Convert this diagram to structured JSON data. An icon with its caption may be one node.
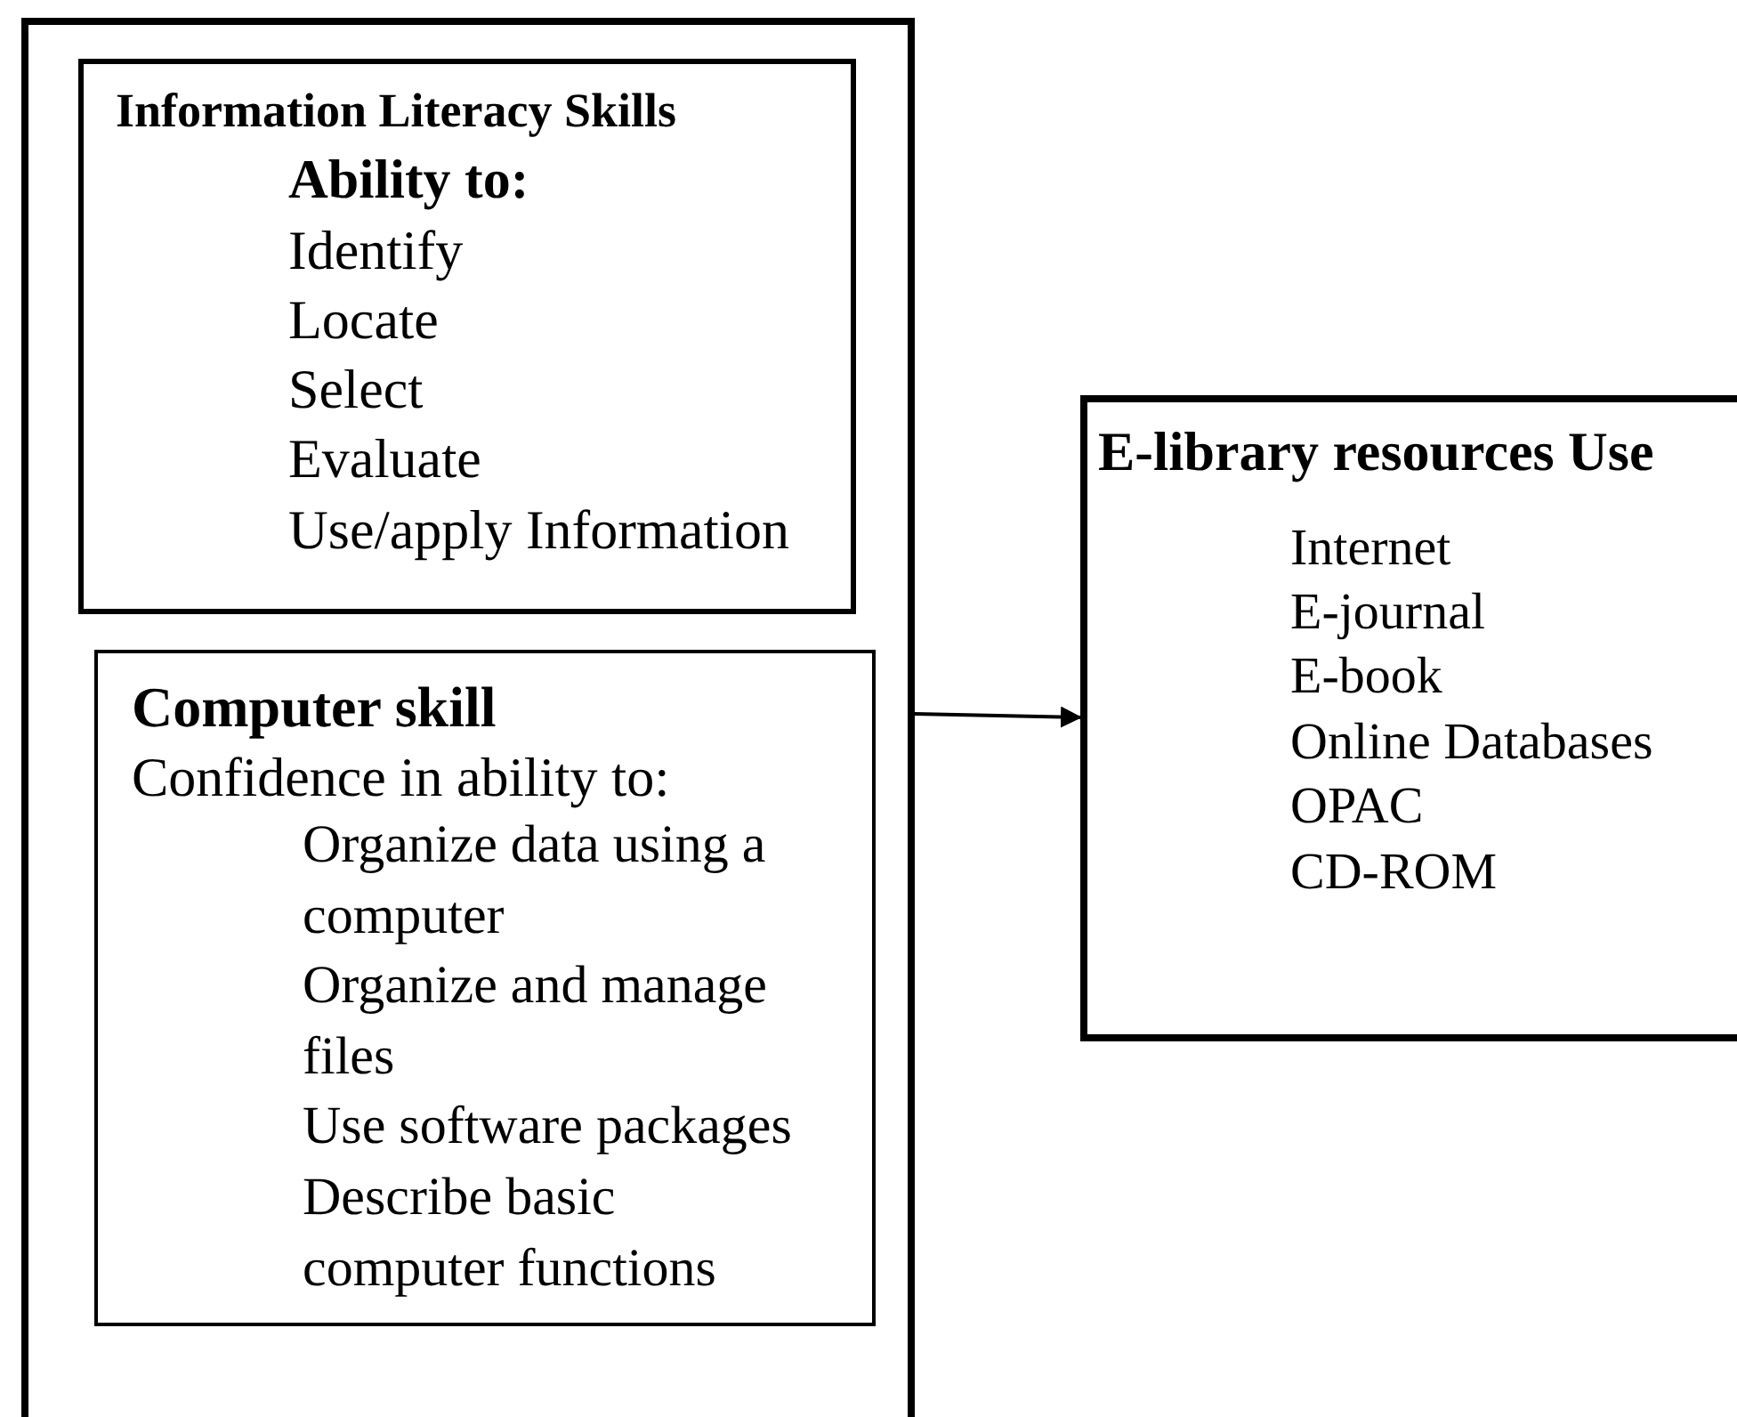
{
  "diagram": {
    "nodes": [
      {
        "text": [],
        "shape": "box"
      },
      {
        "text": [
          "Information Literacy Skills",
          "Ability to:",
          "Identify",
          "Locate",
          "Select",
          "Evaluate",
          "Use/apply Information"
        ],
        "in": 0
      },
      {
        "text": [
          "Computer skill",
          "Confidence in ability to:",
          "Organize data using a computer",
          "Organize and manage files",
          "Use software packages",
          "Describe basic computer functions"
        ],
        "in": 0
      },
      {
        "text": [
          "E-library resources Use",
          "Internet",
          "E-journal",
          "E-book",
          "Online Databases",
          "OPAC",
          "CD-ROM"
        ]
      }
    ],
    "edges": [
      {
        "from": 0,
        "to": 3,
        "arrow": "to"
      }
    ]
  }
}
